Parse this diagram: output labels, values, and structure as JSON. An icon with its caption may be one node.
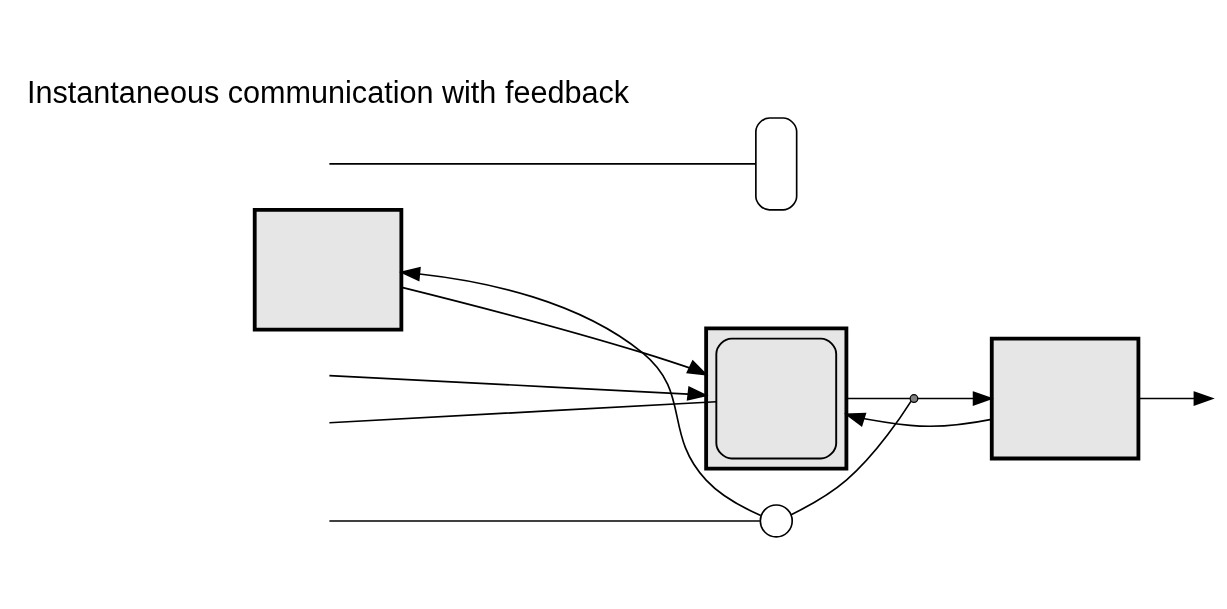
{
  "diagram": {
    "nodes": [
      {
        "text": [],
        "shape": "box"
      },
      {
        "text": [],
        "shape": "box",
        "in": 0
      },
      {
        "text": [],
        "shape": "capsule"
      },
      {
        "text": [],
        "shape": "dot"
      },
      {
        "text": [],
        "shape": "box"
      },
      {
        "text": [],
        "shape": "circle"
      },
      {
        "text": [],
        "shape": "box"
      }
    ],
    "edges": [
      {
        "from": null,
        "to": 0,
        "arrow": "to"
      },
      {
        "from": 4,
        "to": 0,
        "arrow": "to"
      },
      {
        "from": null,
        "to": 1,
        "arrow": "none"
      },
      {
        "from": 6,
        "to": 0,
        "arrow": "to"
      },
      {
        "from": 0,
        "to": 3,
        "arrow": "none"
      },
      {
        "from": 3,
        "to": 6,
        "arrow": "to"
      },
      {
        "from": null,
        "to": 2,
        "arrow": "none"
      },
      {
        "from": 3,
        "to": 5,
        "arrow": "none"
      },
      {
        "from": 5,
        "to": 4,
        "arrow": "to"
      },
      {
        "from": null,
        "to": 5,
        "arrow": "none"
      },
      {
        "from": 6,
        "to": null,
        "arrow": "to"
      }
    ],
    "labels": [
      "Instantaneous communication with feedback"
    ]
  }
}
